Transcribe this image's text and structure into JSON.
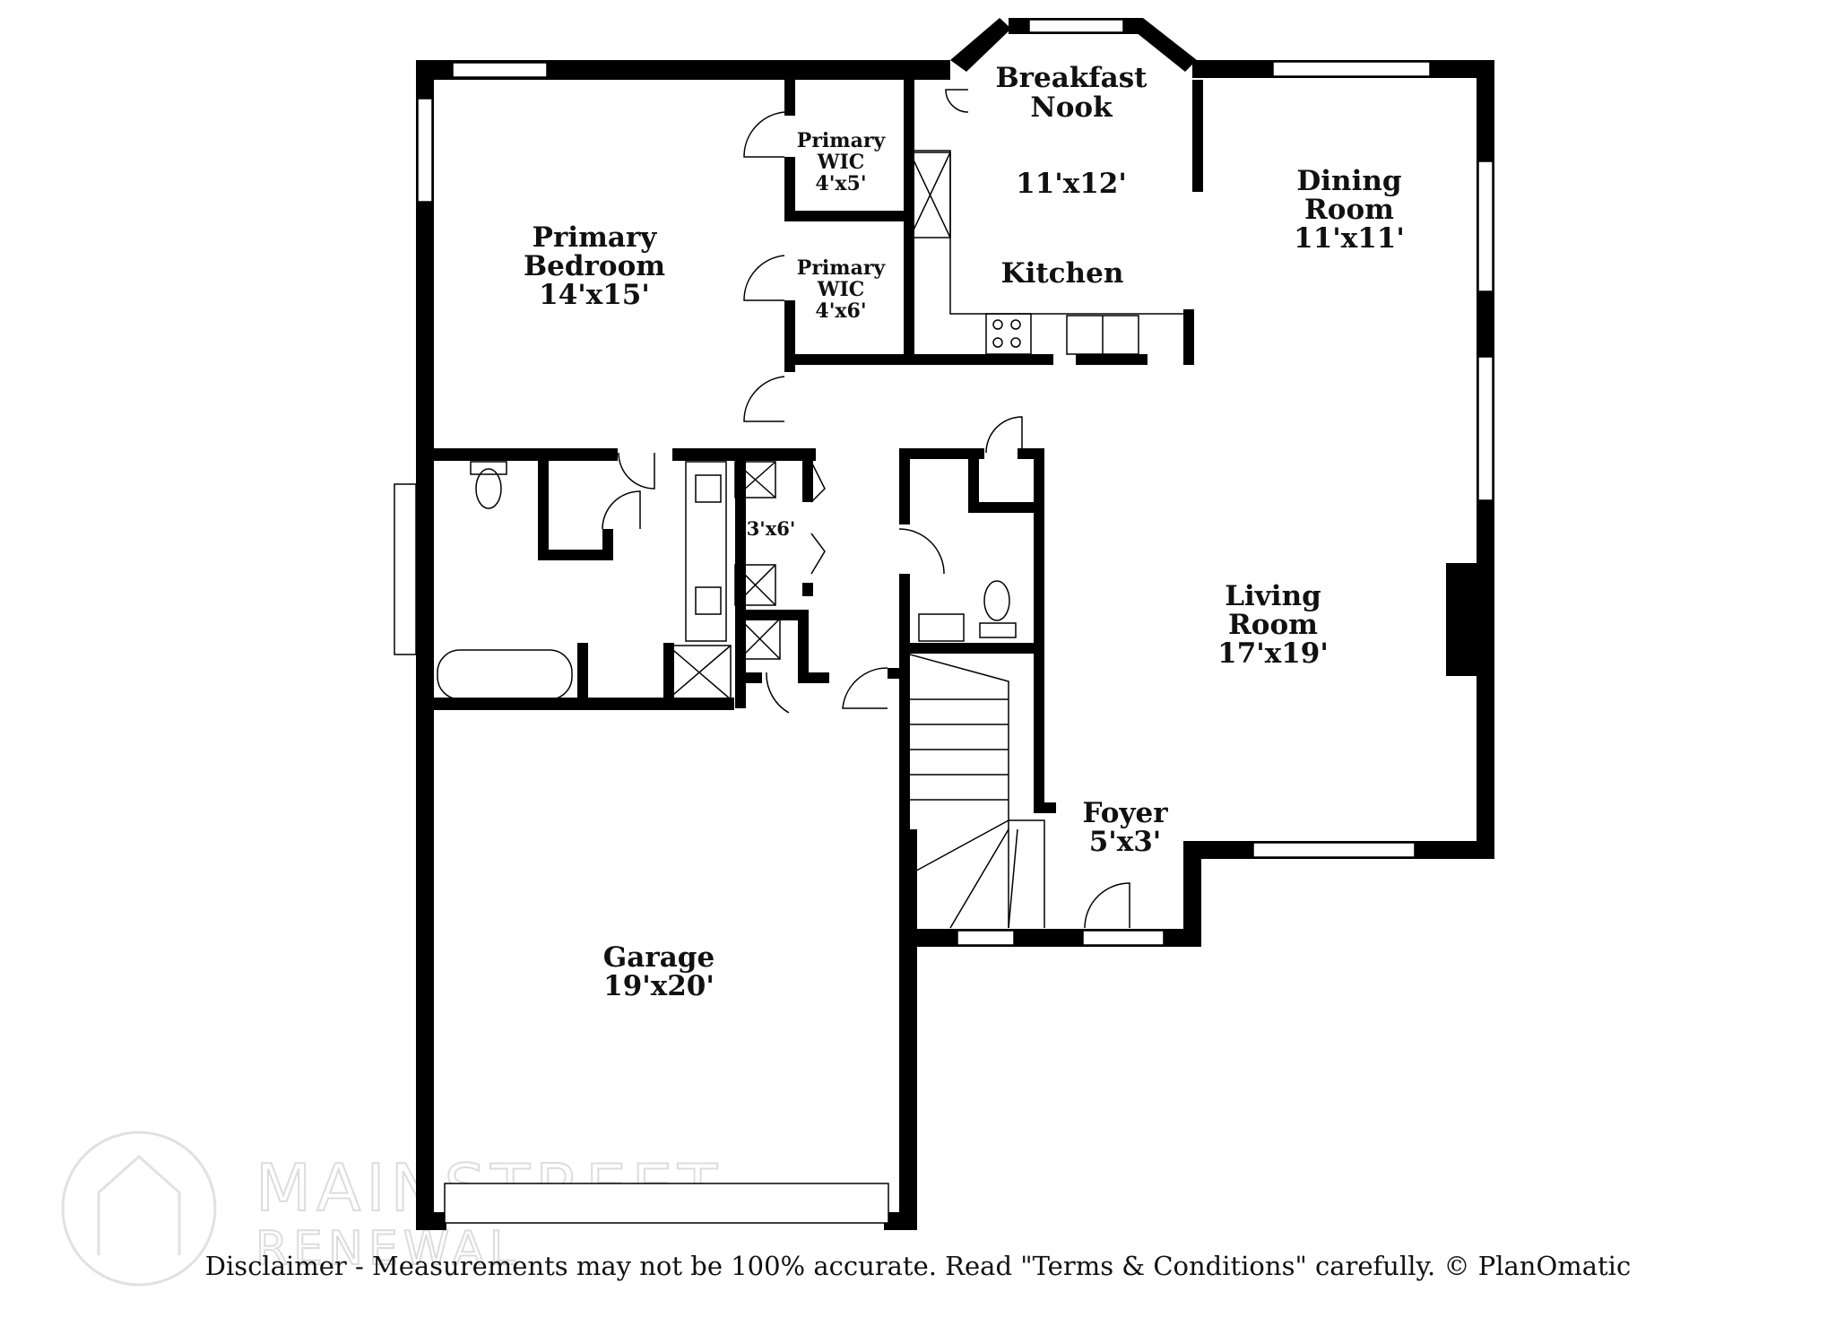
{
  "rooms": {
    "breakfast_nook": {
      "name_line1": "Breakfast",
      "name_line2": "Nook",
      "size": "11'x12'"
    },
    "kitchen": {
      "name": "Kitchen"
    },
    "dining_room": {
      "name_line1": "Dining",
      "name_line2": "Room",
      "size": "11'x11'"
    },
    "primary_bedroom": {
      "name_line1": "Primary",
      "name_line2": "Bedroom",
      "size": "14'x15'"
    },
    "primary_wic_1": {
      "name_line1": "Primary",
      "name_line2": "WIC",
      "size": "4'x5'"
    },
    "primary_wic_2": {
      "name_line1": "Primary",
      "name_line2": "WIC",
      "size": "4'x6'"
    },
    "closet": {
      "size": "3'x6'"
    },
    "living_room": {
      "name_line1": "Living",
      "name_line2": "Room",
      "size": "17'x19'"
    },
    "foyer": {
      "name": "Foyer",
      "size": "5'x3'"
    },
    "garage": {
      "name": "Garage",
      "size": "19'x20'"
    }
  },
  "watermark": {
    "line1": "MAINSTREET",
    "line2": "RENEWAL"
  },
  "disclaimer": "Disclaimer - Measurements may not be 100% accurate. Read \"Terms & Conditions\" carefully. © PlanOmatic"
}
